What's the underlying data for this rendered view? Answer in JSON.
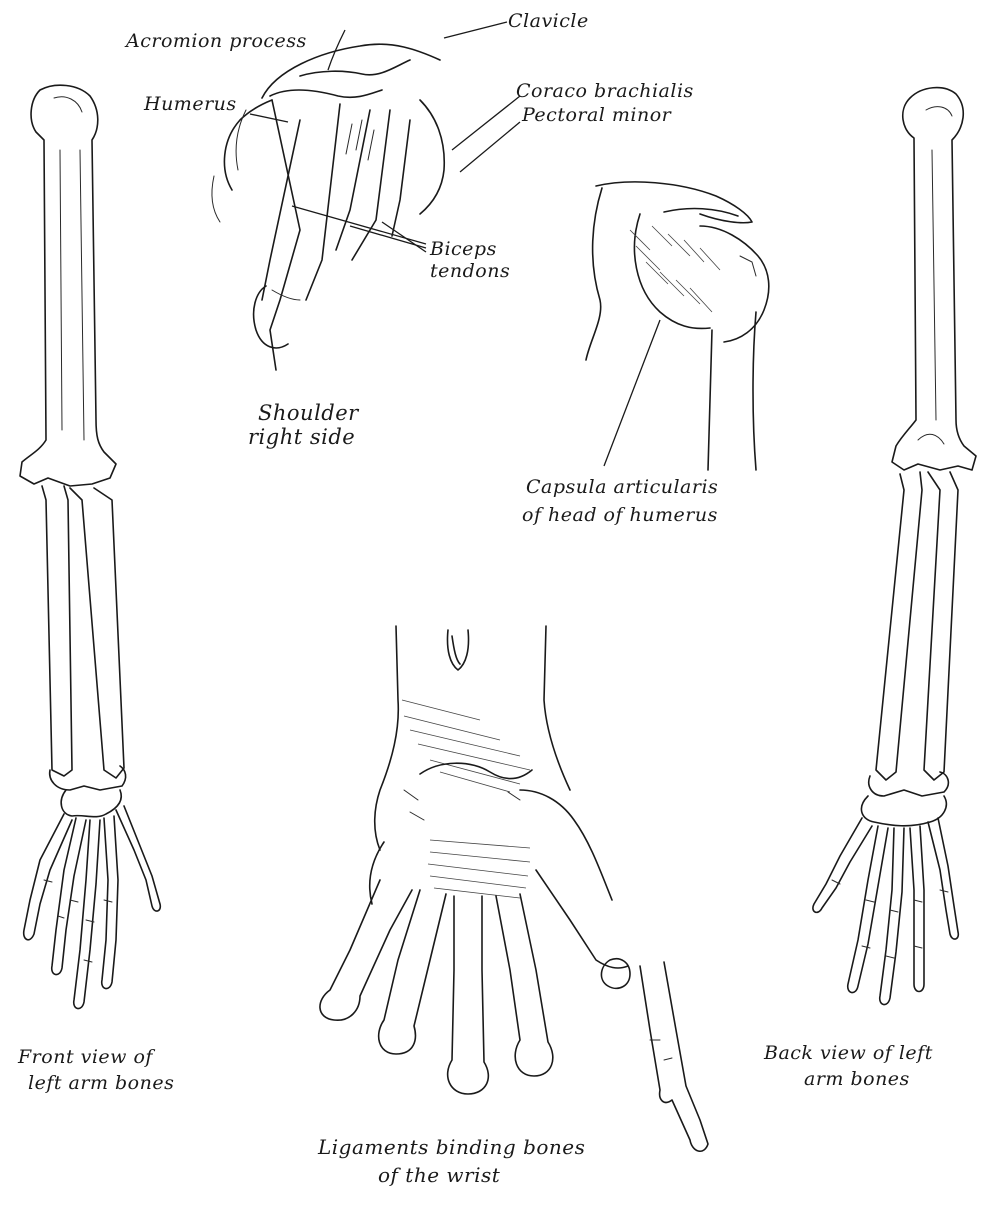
{
  "labels": {
    "clavicle": "Clavicle",
    "acromion": "Acromion process",
    "humerus": "Humerus",
    "coraco": "Coraco brachialis",
    "pectoral": "Pectoral minor",
    "biceps_1": "Biceps",
    "biceps_2": "tendons",
    "shoulder_1": "Shoulder",
    "shoulder_2": "right side",
    "capsule_1": "Capsula articularis",
    "capsule_2": "of head of humerus",
    "front_1": "Front view of",
    "front_2": "left arm bones",
    "back_1": "Back view of left",
    "back_2": "arm bones",
    "wrist_1": "Ligaments binding bones",
    "wrist_2": "of the wrist"
  }
}
